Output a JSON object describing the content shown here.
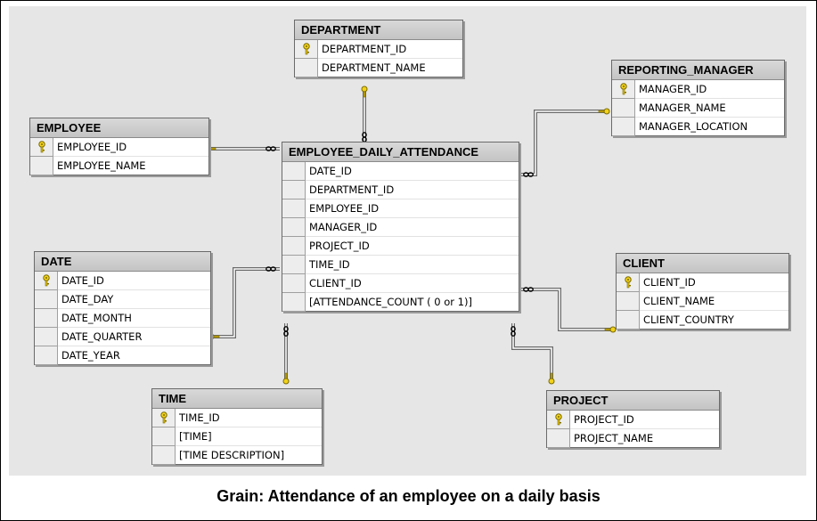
{
  "tables": {
    "department": {
      "name": "DEPARTMENT",
      "columns": [
        "DEPARTMENT_ID",
        "DEPARTMENT_NAME"
      ]
    },
    "reporting_manager": {
      "name": "REPORTING_MANAGER",
      "columns": [
        "MANAGER_ID",
        "MANAGER_NAME",
        "MANAGER_LOCATION"
      ]
    },
    "employee": {
      "name": "EMPLOYEE",
      "columns": [
        "EMPLOYEE_ID",
        "EMPLOYEE_NAME"
      ]
    },
    "fact": {
      "name": "EMPLOYEE_DAILY_ATTENDANCE",
      "columns": [
        "DATE_ID",
        "DEPARTMENT_ID",
        "EMPLOYEE_ID",
        "MANAGER_ID",
        "PROJECT_ID",
        "TIME_ID",
        "CLIENT_ID",
        "[ATTENDANCE_COUNT ( 0 or 1)]"
      ]
    },
    "date": {
      "name": "DATE",
      "columns": [
        "DATE_ID",
        "DATE_DAY",
        "DATE_MONTH",
        "DATE_QUARTER",
        "DATE_YEAR"
      ]
    },
    "client": {
      "name": "CLIENT",
      "columns": [
        "CLIENT_ID",
        "CLIENT_NAME",
        "CLIENT_COUNTRY"
      ]
    },
    "time": {
      "name": "TIME",
      "columns": [
        "TIME_ID",
        "[TIME]",
        "[TIME DESCRIPTION]"
      ]
    },
    "project": {
      "name": "PROJECT",
      "columns": [
        "PROJECT_ID",
        "PROJECT_NAME"
      ]
    }
  },
  "primary_key_icon": "key-icon",
  "relationship_icons": [
    "key-icon",
    "infinity-icon"
  ],
  "colors": {
    "canvas": "#e6e6e6",
    "header": "#cfcfcf",
    "key": "#e0c000"
  },
  "caption": "Grain: Attendance of an employee on a daily basis"
}
